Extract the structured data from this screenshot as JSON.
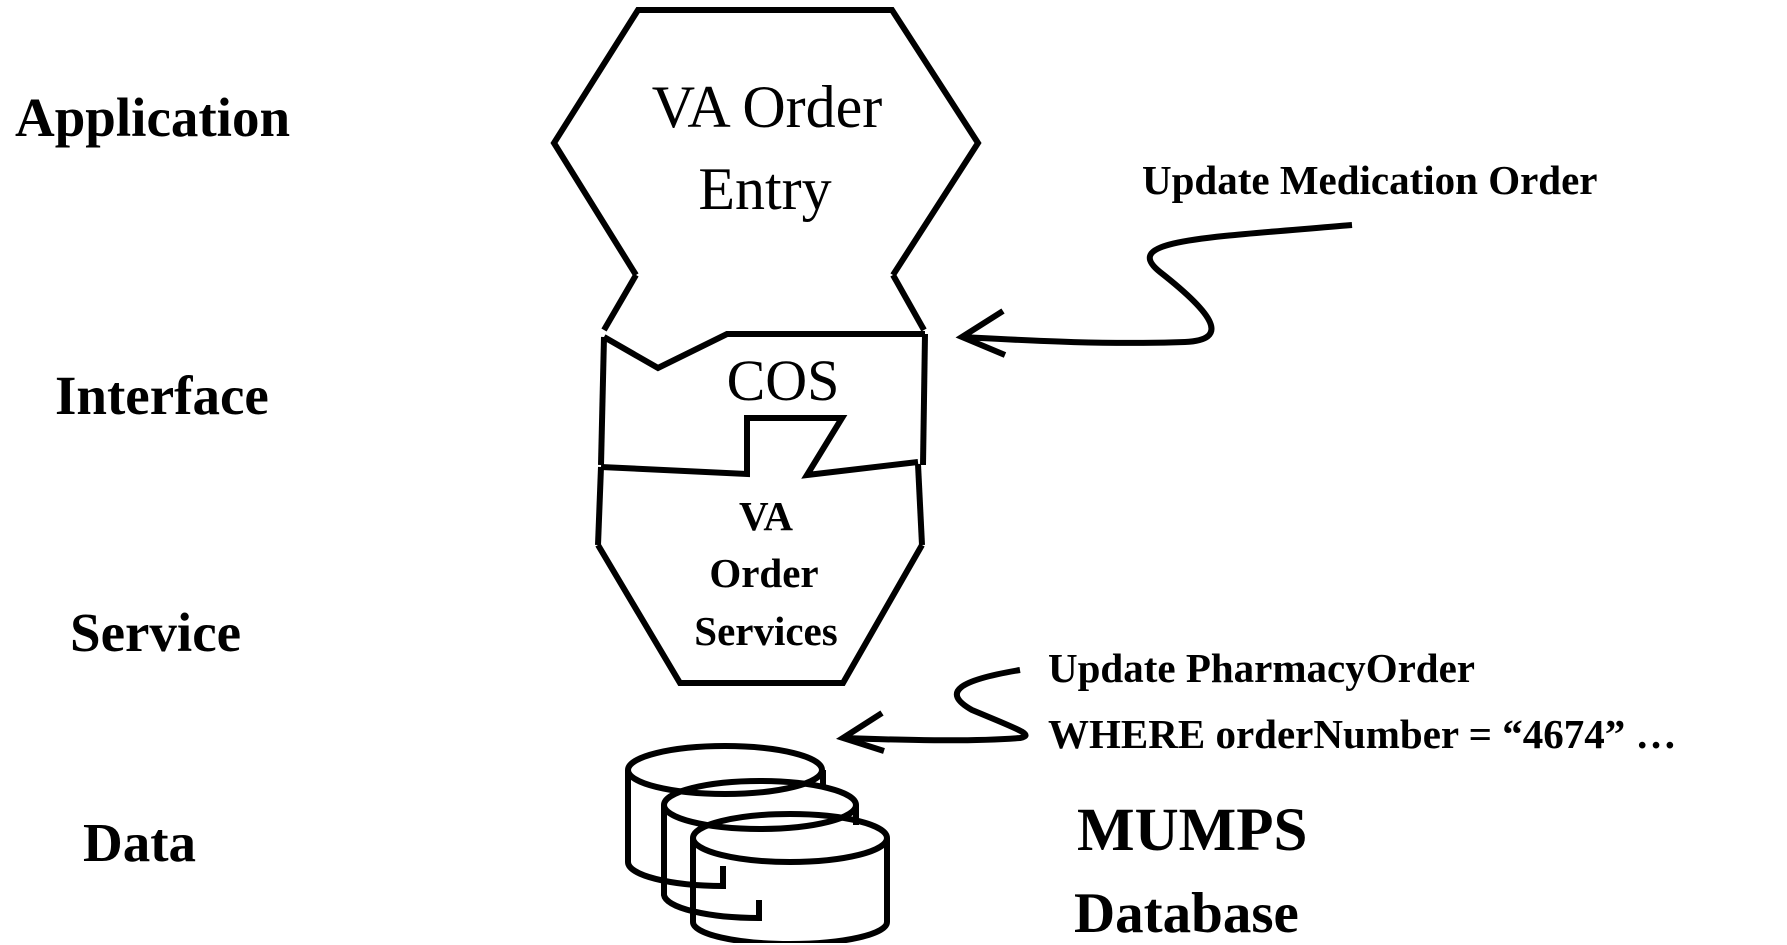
{
  "layers": {
    "application": "Application",
    "interface": "Interface",
    "service": "Service",
    "data": "Data"
  },
  "components": {
    "order_entry": {
      "line1": "VA Order",
      "line2": "Entry"
    },
    "cos": "COS",
    "order_services": {
      "line1": "VA",
      "line2": "Order",
      "line3": "Services"
    },
    "database": {
      "line1": "MUMPS",
      "line2": "Database"
    }
  },
  "annotations": {
    "medication_update": "Update Medication Order",
    "pharmacy_update": {
      "line1": "Update PharmacyOrder",
      "line2": "WHERE orderNumber = “4674” …"
    }
  },
  "colors": {
    "stroke": "#000000",
    "background": "#ffffff"
  },
  "icons": {
    "database": "database-cylinders-icon",
    "arrow": "curvy-arrow-icon"
  }
}
